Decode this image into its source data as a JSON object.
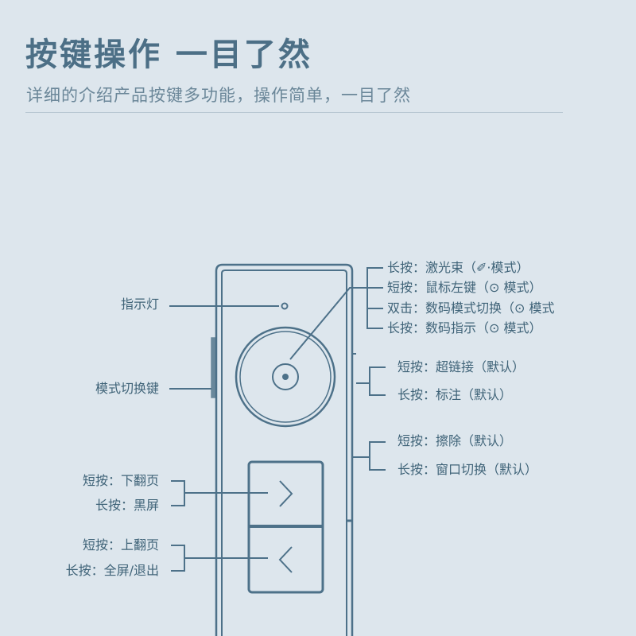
{
  "header": {
    "title": "按键操作 一目了然",
    "subtitle": "详细的介绍产品按键多功能，操作简单，一目了然"
  },
  "colors": {
    "background": "#dde6ed",
    "stroke": "#4d7189",
    "title": "#4c6f86"
  },
  "labels": {
    "indicator": "指示灯",
    "mode_switch": "模式切换键",
    "page_down": [
      "短按：下翻页",
      "长按：黑屏"
    ],
    "page_up": [
      "短按：上翻页",
      "长按：全屏/退出"
    ],
    "center_button": [
      "长按：激光束（✐·模式）",
      "短按：鼠标左键（⊙ 模式）",
      "双击：数码模式切换（⊙ 模式",
      "长按：数码指示（⊙ 模式）"
    ],
    "side_button_1": [
      "短按：超链接（默认）",
      "长按：标注（默认）"
    ],
    "side_button_2": [
      "短按：擦除（默认）",
      "长按：窗口切换（默认）"
    ]
  }
}
